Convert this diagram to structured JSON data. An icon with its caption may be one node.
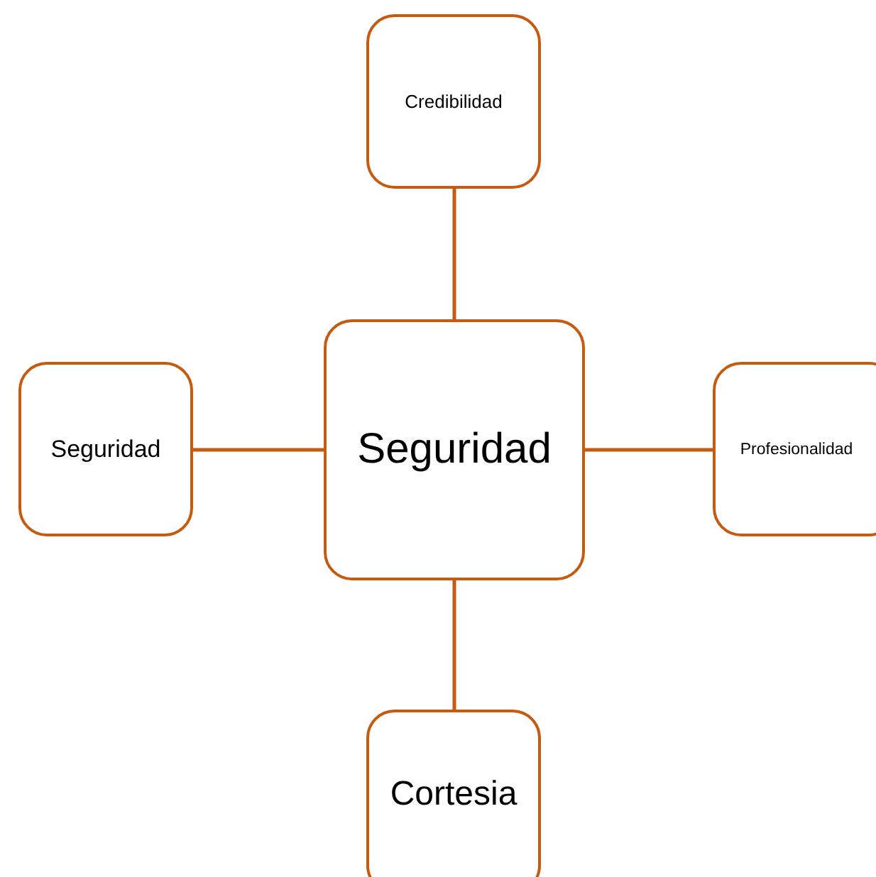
{
  "diagram": {
    "nodes": [
      {
        "text": [
          "Credibilidad"
        ]
      },
      {
        "text": [
          "Seguridad"
        ]
      },
      {
        "text": [
          "Seguridad"
        ]
      },
      {
        "text": [
          "Profesionalidad"
        ]
      },
      {
        "text": [
          "Cortesia"
        ]
      }
    ],
    "edges": [
      {
        "from": 2,
        "to": 0,
        "arrow": "none"
      },
      {
        "from": 2,
        "to": 1,
        "arrow": "none"
      },
      {
        "from": 2,
        "to": 3,
        "arrow": "none"
      },
      {
        "from": 2,
        "to": 4,
        "arrow": "none"
      }
    ]
  }
}
